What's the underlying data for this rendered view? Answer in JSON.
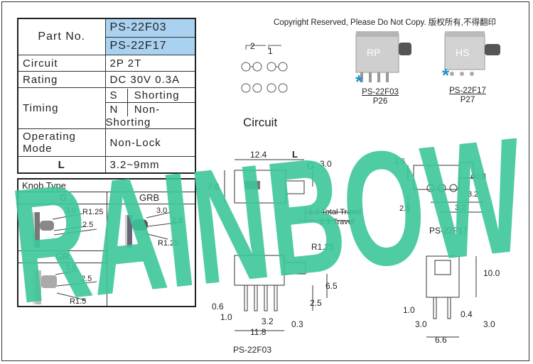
{
  "copyright": "Copyright Reserved, Please Do Not Copy. 版权所有,不得翻印",
  "spec_table": {
    "part_no_label": "Part No.",
    "part_numbers": [
      "PS-22F03",
      "PS-22F17"
    ],
    "circuit_label": "Circuit",
    "circuit_value": "2P 2T",
    "rating_label": "Rating",
    "rating_value": "DC 30V 0.3A",
    "timing_label": "Timing",
    "timing_rows": [
      {
        "code": "S",
        "value": "Shorting"
      },
      {
        "code": "N",
        "value": "Non-Shorting"
      }
    ],
    "operating_label": "Operating Mode",
    "operating_value": "Non-Lock",
    "l_label": "L",
    "l_value": "3.2~9mm"
  },
  "knob": {
    "title": "Knob Type",
    "types": [
      {
        "name": "G",
        "dims": [
          "3.0",
          "R1.25",
          "2.5"
        ]
      },
      {
        "name": "GRB",
        "dims": [
          "3.0",
          "2.5",
          "R1.25"
        ]
      },
      {
        "name": "GR",
        "dims": [
          "3.0",
          "2.5",
          "R1.5"
        ]
      }
    ]
  },
  "circuit": {
    "label": "Circuit",
    "pole_left": "2",
    "pole_right": "1"
  },
  "parts": [
    {
      "name": "PS-22F03",
      "page": "P26",
      "marking": "RP"
    },
    {
      "name": "PS-22F17",
      "page": "P27",
      "marking": "HS"
    }
  ],
  "top_view": {
    "len": "12.4",
    "l": "L",
    "g": "G",
    "h": "3.0",
    "w": "7.6",
    "total_travel": "3.2 Total Travel",
    "travel": "2.1 Travel"
  },
  "f17_side": {
    "d1": "1.5",
    "dia": "ø0.8",
    "d2": "3.2",
    "d3": "2.5",
    "d4": "3.2",
    "caption": "PS-22F17"
  },
  "f03_front": {
    "r": "R1.25",
    "h1": "6.5",
    "h2": "2.5",
    "a": "0.6",
    "b": "1.0",
    "c": "3.2",
    "d": "11.8",
    "e": "0.3",
    "caption": "PS-22F03"
  },
  "f17_end": {
    "h": "10.0",
    "a": "1.0",
    "b": "0.4",
    "c": "3.0",
    "d": "6.6",
    "e": "3.0"
  },
  "watermark": "RAINBOW",
  "colors": {
    "part_highlight": "#a9d2f0",
    "watermark": "#3cc79a",
    "star": "#1e90c8"
  }
}
